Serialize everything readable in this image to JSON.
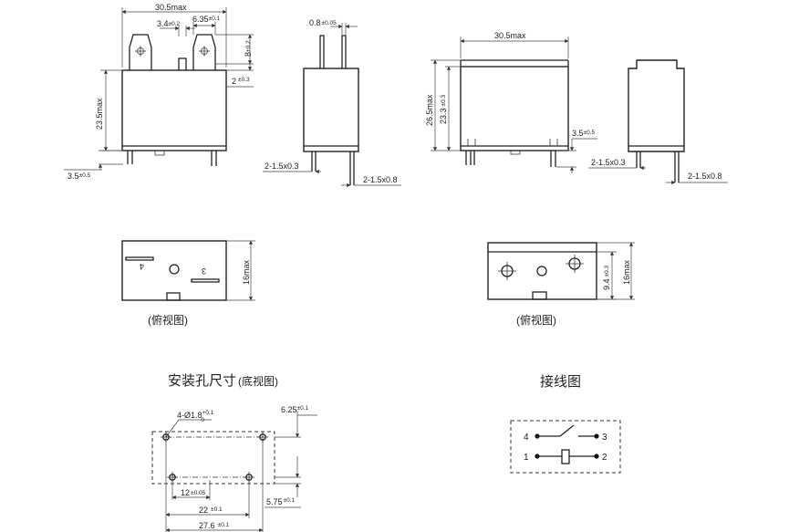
{
  "front_view": {
    "width": "30.5max",
    "pin_pitch": "3.4",
    "pin_pitch_tol": "±0.2",
    "terminal_width": "6.35",
    "terminal_width_tol": "±0.1",
    "terminal_height": "8",
    "terminal_height_tol": "±0.2",
    "shoulder": "2",
    "shoulder_tol": "±0.3",
    "height": "23.5max",
    "pin_length": "3.5",
    "pin_length_tol": "±0.5"
  },
  "side_view_1": {
    "pin_thickness": "0.8",
    "pin_thickness_tol": "±0.05",
    "pin_label_a": "2-1.5x0.3",
    "pin_label_b": "2-1.5x0.8"
  },
  "front_view_2": {
    "width": "30.5max",
    "height": "26.5max",
    "body_height": "23.3",
    "body_height_tol": "±0.3",
    "pin_length": "3.5",
    "pin_length_tol": "±0.5"
  },
  "side_view_2": {
    "pin_label_a": "2-1.5x0.3",
    "pin_label_b": "2-1.5x0.8"
  },
  "top_view_1": {
    "depth": "16max",
    "terminal_4": "4",
    "terminal_3": "3",
    "caption": "(俯视图)"
  },
  "top_view_2": {
    "offset": "9.4",
    "offset_tol": "±0.3",
    "depth": "16max",
    "caption": "(俯视图)"
  },
  "mounting": {
    "title": "安装孔尺寸",
    "subtitle": "(底视图)",
    "hole": "4-Ø1.8",
    "hole_tol_upper": "+0.1",
    "hole_tol_lower": "0",
    "dim_625": "6.25",
    "dim_625_tol": "±0.1",
    "dim_12": "12",
    "dim_12_tol": "±0.05",
    "dim_575": "5.75",
    "dim_575_tol": "±0.1",
    "dim_22": "22",
    "dim_22_tol": "±0.1",
    "dim_276": "27.6",
    "dim_276_tol": "±0.1"
  },
  "wiring": {
    "title": "接线图",
    "pins": [
      "4",
      "3",
      "1",
      "2"
    ]
  }
}
